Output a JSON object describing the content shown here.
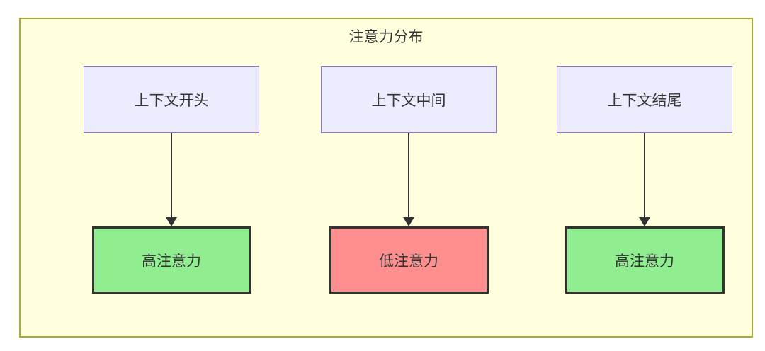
{
  "diagram": {
    "title": "注意力分布",
    "colors": {
      "canvas_bg": "#ffffde",
      "canvas_border": "#aaaa33",
      "context_fill": "#ececff",
      "context_border": "#9370db",
      "high_fill": "#90ee90",
      "low_fill": "#ff8f8f",
      "result_border": "#333333",
      "arrow": "#333333",
      "text": "#333333"
    },
    "columns": [
      {
        "source": "上下文开头",
        "target": "高注意力",
        "level": "high"
      },
      {
        "source": "上下文中间",
        "target": "低注意力",
        "level": "low"
      },
      {
        "source": "上下文结尾",
        "target": "高注意力",
        "level": "high"
      }
    ]
  }
}
